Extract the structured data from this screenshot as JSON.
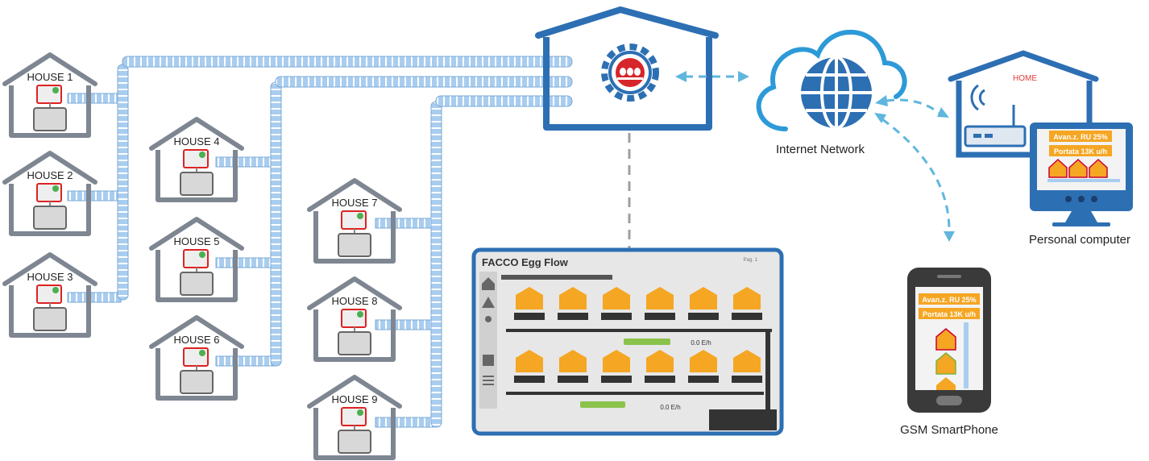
{
  "houses": [
    {
      "label": "HOUSE 1"
    },
    {
      "label": "HOUSE 2"
    },
    {
      "label": "HOUSE 3"
    },
    {
      "label": "HOUSE 4"
    },
    {
      "label": "HOUSE 5"
    },
    {
      "label": "HOUSE 6"
    },
    {
      "label": "HOUSE 7"
    },
    {
      "label": "HOUSE 8"
    },
    {
      "label": "HOUSE 9"
    }
  ],
  "internet": {
    "label": "Internet Network"
  },
  "home": {
    "label": "HOME",
    "pc_label": "Personal computer",
    "pc_lines": [
      "Avan.z. RU 25%",
      "Portata 13K u/h"
    ]
  },
  "phone": {
    "label": "GSM SmartPhone",
    "lines": [
      "Avan.z. RU 25%",
      "Portata 13K u/h"
    ]
  },
  "screen": {
    "title": "FACCO Egg Flow",
    "rate_top": "0.0 E/h",
    "rate_bottom": "0.0 E/h"
  },
  "colors": {
    "house_outline": "#7e8691",
    "center_outline": "#2d6fb3",
    "conveyor": "#a9cdef",
    "arrow": "#5fb6de",
    "egg_hex": "#f5a623",
    "badge": "#f5a623"
  }
}
